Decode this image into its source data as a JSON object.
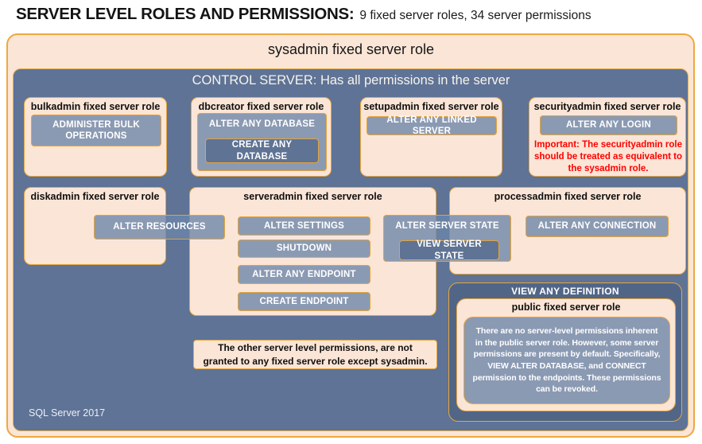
{
  "colors": {
    "gold_border": "#E8A63C",
    "peach_fill": "#FBE5D6",
    "slate_blue_fill": "#5E7396",
    "dark_slate_fill": "#516687",
    "permission_gray": "#8C99AF",
    "warning_red": "#FF0000"
  },
  "header": {
    "title": "SERVER LEVEL ROLES AND PERMISSIONS:",
    "subtitle": "9 fixed server roles, 34 server permissions"
  },
  "sysadmin": {
    "label": "sysadmin fixed server role"
  },
  "control_server": {
    "header": "CONTROL SERVER: Has all permissions in the server",
    "footer": "SQL Server 2017"
  },
  "roles": {
    "bulkadmin": {
      "title": "bulkadmin fixed server role",
      "permission": "ADMINISTER BULK OPERATIONS"
    },
    "dbcreator": {
      "title": "dbcreator fixed server role",
      "permission_outer": "ALTER ANY DATABASE",
      "permission_inner": "CREATE ANY DATABASE"
    },
    "setupadmin": {
      "title": "setupadmin fixed server role",
      "permission": "ALTER ANY LINKED SERVER"
    },
    "securityadmin": {
      "title": "securityadmin fixed server role",
      "permission": "ALTER ANY LOGIN",
      "warning": "Important: The securityadmin role should be treated as equivalent to the sysadmin role."
    },
    "diskadmin": {
      "title": "diskadmin fixed server role"
    },
    "serveradmin": {
      "title": "serveradmin fixed server role",
      "perms": [
        "ALTER SETTINGS",
        "SHUTDOWN",
        "ALTER ANY ENDPOINT",
        "CREATE ENDPOINT"
      ]
    },
    "processadmin": {
      "title": "processadmin fixed server role",
      "permission": "ALTER ANY CONNECTION"
    },
    "public": {
      "title": "public fixed server role",
      "note": "There are no server-level permissions inherent in the public server role. However, some server permissions are present by default. Specifically, VIEW ALTER DATABASE, and CONNECT permission to the endpoints. These permissions can be revoked."
    }
  },
  "shared_permissions": {
    "disk_server": "ALTER RESOURCES",
    "server_process_outer": "ALTER SERVER STATE",
    "server_process_inner": "VIEW SERVER STATE",
    "view_any_definition": "VIEW ANY DEFINITION"
  },
  "note": "The other server level permissions, are not granted to any fixed server role except sysadmin."
}
